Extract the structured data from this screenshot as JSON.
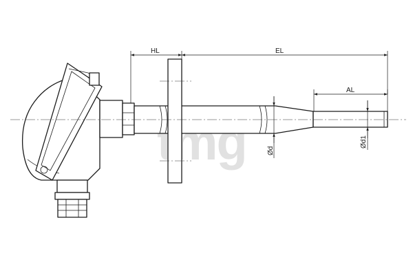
{
  "diagram": {
    "watermark": {
      "text": "tmg",
      "mark": "®",
      "color": "#c9c9c9"
    },
    "dimensions": {
      "hl": "HL",
      "el": "EL",
      "al": "AL",
      "d": "Ød",
      "d1": "Ød1"
    },
    "colors": {
      "line": "#1a1a1a",
      "background": "#ffffff"
    }
  }
}
